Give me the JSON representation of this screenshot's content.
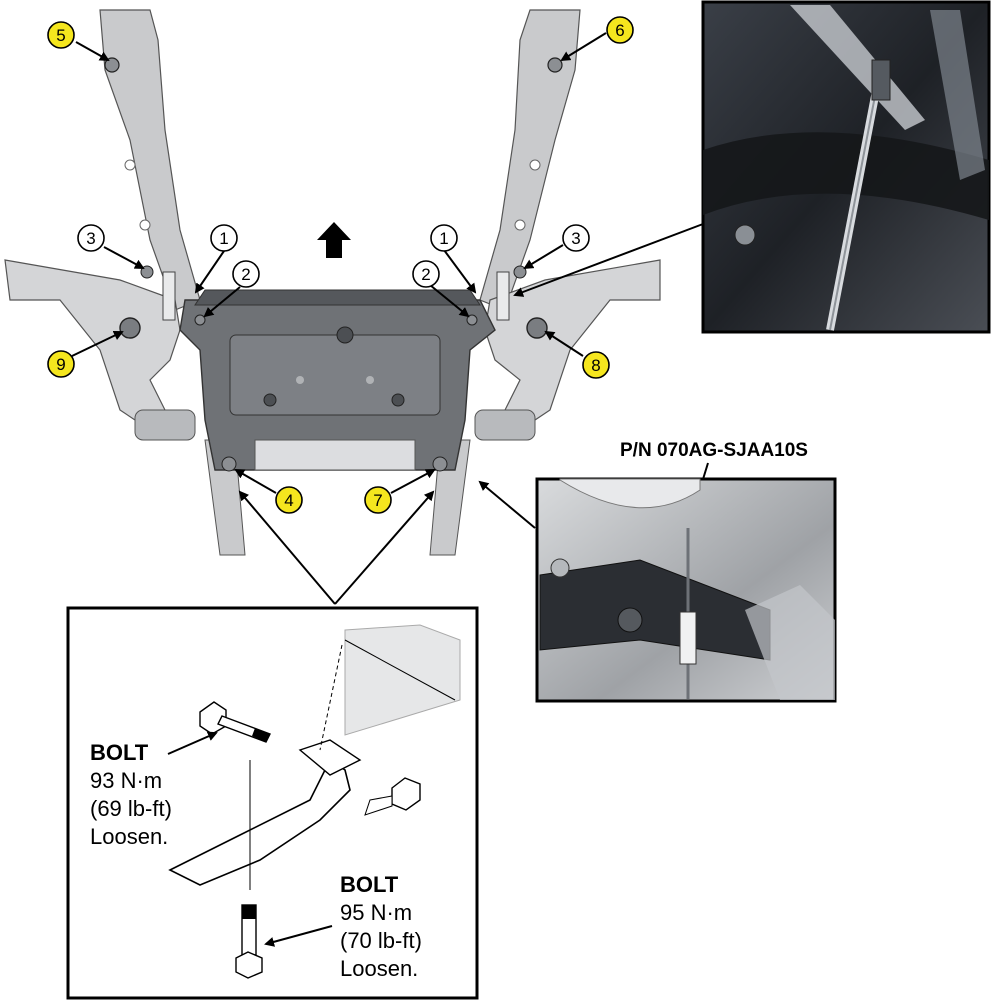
{
  "callouts": {
    "c1_left": "1",
    "c1_right": "1",
    "c2_left": "2",
    "c2_right": "2",
    "c3_left": "3",
    "c3_right": "3",
    "c4": "4",
    "c5": "5",
    "c6": "6",
    "c7": "7",
    "c8": "8",
    "c9": "9"
  },
  "colors": {
    "yellow_callout": "#f5e61e",
    "frame_gray": "#6f7276",
    "arm_gray": "#c9cacc",
    "photo_dark": "#2b2e33"
  },
  "part_number": "P/N 070AG-SJAA10S",
  "detail": {
    "bolt_top": {
      "title": "BOLT",
      "torque_nm": "93 N·m",
      "torque_lbft": "(69 lb-ft)",
      "action": "Loosen."
    },
    "bolt_bottom": {
      "title": "BOLT",
      "torque_nm": "95 N·m",
      "torque_lbft": "(70 lb-ft)",
      "action": "Loosen."
    }
  }
}
